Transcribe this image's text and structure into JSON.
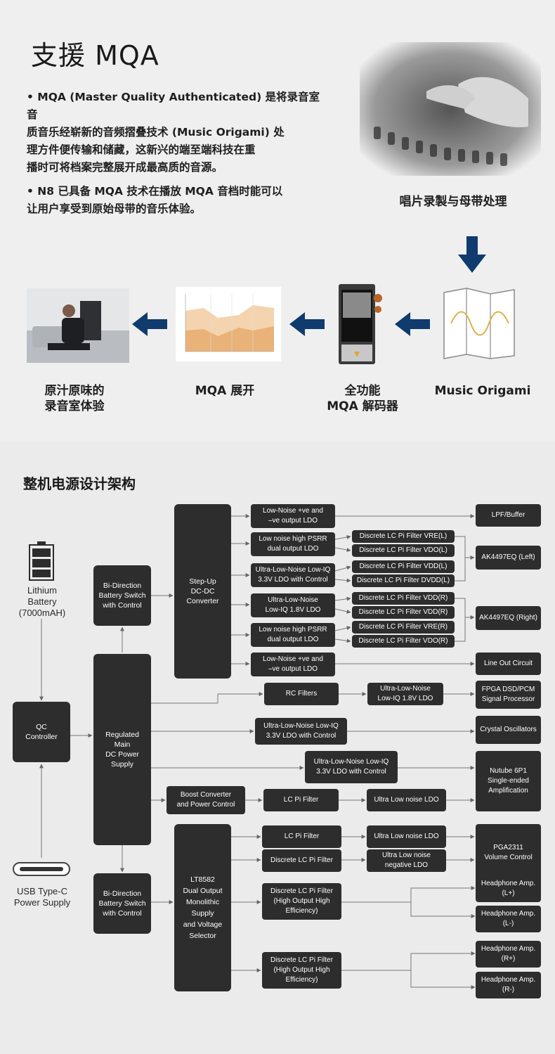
{
  "mqa": {
    "title": "支援 MQA",
    "para1_lines": [
      "• MQA (Master Quality Authenticated) 是将录音室音",
      "质音乐经崭新的音频摺叠技术 (Music Origami) 处",
      "理方件便传输和储藏，这新兴的端至端科技在重",
      "播时可将档案完整展开成最高质的音源。"
    ],
    "para2_lines": [
      "• N8 已具备 MQA 技术在播放 MQA 音档时能可以",
      "让用户享受到原始母带的音乐体验。"
    ],
    "studio_caption": "唱片录製与母带处理",
    "captions": {
      "listener": [
        "原汁原味的",
        "录音室体验"
      ],
      "unfold": [
        "MQA 展开"
      ],
      "decoder": [
        "全功能",
        "MQA 解码器"
      ],
      "origami": [
        "Music Origami"
      ]
    },
    "accent_color": "#0f3b6e"
  },
  "power": {
    "title": "整机电源设计架构",
    "battery_label": [
      "Lithium",
      "Battery",
      "(7000mAH)"
    ],
    "usb_label": [
      "USB Type-C",
      "Power Supply"
    ],
    "boxes": {
      "bidir1": [
        "Bi-Direction",
        "Battery Switch",
        "with Control"
      ],
      "bidir2": [
        "Bi-Direction",
        "Battery Switch",
        "with Control"
      ],
      "qc": [
        "QC",
        "Controller"
      ],
      "regulated": [
        "Regulated",
        "Main",
        "DC Power",
        "Supply"
      ],
      "stepup": [
        "Step-Up",
        "DC-DC",
        "Converter"
      ],
      "lt8582": [
        "LT8582",
        "Dual Output",
        "Monolithic",
        "Supply",
        "and Voltage",
        "Selector"
      ],
      "ln1": [
        "Low-Noise +ve and",
        "–ve output LDO"
      ],
      "psrr1": [
        "Low noise high PSRR",
        "dual output LDO"
      ],
      "ulnl1": [
        "Ultra-Low-Noise Low-IQ",
        "3.3V LDO with Control"
      ],
      "ulnl2": [
        "Ultra-Low-Noise",
        "Low-IQ 1.8V LDO"
      ],
      "psrr2": [
        "Low noise high PSRR",
        "dual output LDO"
      ],
      "ln2": [
        "Low-Noise +ve and",
        "–ve output LDO"
      ],
      "f1": [
        "Discrete LC Pi Filter VRE(L)"
      ],
      "f2": [
        "Discrete LC Pi Filter VDO(L)"
      ],
      "f3": [
        "Discrete LC Pi Filter VDD(L)"
      ],
      "f4": [
        "Discrete LC Pi Filter DVDD(L)"
      ],
      "f5": [
        "Discrete LC Pi Filter VDD(R)"
      ],
      "f6": [
        "Discrete LC Pi Filter VDD(R)"
      ],
      "f7": [
        "Discrete LC Pi Filter VRE(R)"
      ],
      "f8": [
        "Discrete LC Pi Filter VDO(R)"
      ],
      "lpf": [
        "LPF/Buffer"
      ],
      "ak_left": [
        "AK4497EQ (Left)"
      ],
      "ak_right": [
        "AK4497EQ (Right)"
      ],
      "lineout": [
        "Line Out Circuit"
      ],
      "rc": [
        "RC Filters"
      ],
      "ulnl3": [
        "Ultra-Low-Noise",
        "Low-IQ 1.8V LDO"
      ],
      "fpga": [
        "FPGA DSD/PCM",
        "Signal Processor"
      ],
      "ulnl4": [
        "Ultra-Low-Noise Low-IQ",
        "3.3V LDO with Control"
      ],
      "crystal": [
        "Crystal Oscillators"
      ],
      "ulnl5": [
        "Ultra-Low-Noise Low-IQ",
        "3.3V LDO with Control"
      ],
      "nutube": [
        "Nutube 6P1",
        "Single-ended",
        "Amplification"
      ],
      "boost": [
        "Boost Converter",
        "and Power Control"
      ],
      "lcpi1": [
        "LC Pi Filter"
      ],
      "ulnldo1": [
        "Ultra Low noise LDO"
      ],
      "lcpi2": [
        "LC Pi Filter"
      ],
      "ulnldo2": [
        "Ultra Low noise LDO"
      ],
      "dlcpi": [
        "Discrete LC Pi Filter"
      ],
      "ulnneg": [
        "Ultra Low noise",
        "negative LDO"
      ],
      "pga": [
        "PGA2311",
        "Volume Control"
      ],
      "dlcpi_h1": [
        "Discrete LC Pi Filter",
        "(High Output High",
        "Efficiency)"
      ],
      "dlcpi_h2": [
        "Discrete LC Pi Filter",
        "(High Output High",
        "Efficiency)"
      ],
      "hp_lp": [
        "Headphone Amp.",
        "(L+)"
      ],
      "hp_lm": [
        "Headphone Amp.",
        "(L-)"
      ],
      "hp_rp": [
        "Headphone Amp.",
        "(R+)"
      ],
      "hp_rm": [
        "Headphone Amp.",
        "(R-)"
      ]
    }
  }
}
